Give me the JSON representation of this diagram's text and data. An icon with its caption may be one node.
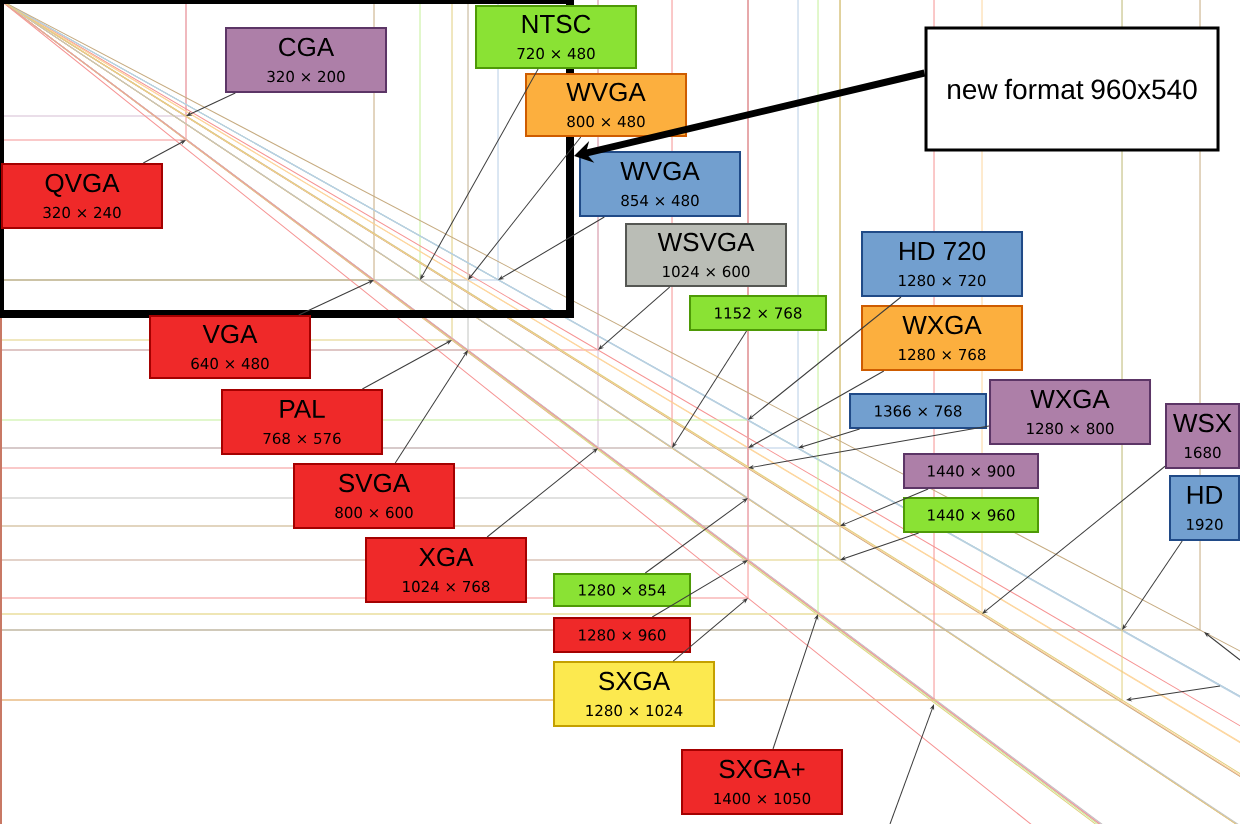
{
  "diagram": {
    "nodes": [
      {
        "text": [],
        "shape": "box"
      },
      {
        "text": [
          "CGA",
          "320 × 200"
        ],
        "in": 0
      },
      {
        "text": [
          "QVGA",
          "320 × 240"
        ],
        "in": 0
      },
      {
        "text": [
          "NTSC",
          "720 × 480"
        ]
      },
      {
        "text": [
          "WVGA",
          "800 × 480"
        ]
      },
      {
        "text": [
          "WVGA",
          "854 × 480"
        ]
      },
      {
        "text": [
          "WSVGA",
          "1024 × 600"
        ]
      },
      {
        "text": [
          "new format 960x540"
        ]
      },
      {
        "text": [
          "VGA",
          "640 × 480"
        ]
      },
      {
        "text": [
          "PAL",
          "768 × 576"
        ]
      },
      {
        "text": [
          "SVGA",
          "800 × 600"
        ]
      },
      {
        "text": [
          "XGA",
          "1024 × 768"
        ]
      },
      {
        "text": [
          "1152 × 768"
        ]
      },
      {
        "text": [
          "HD 720",
          "1280 × 720"
        ]
      },
      {
        "text": [
          "WXGA",
          "1280 × 768"
        ]
      },
      {
        "text": [
          "1366 × 768"
        ]
      },
      {
        "text": [
          "WXGA",
          "1280 × 800"
        ]
      },
      {
        "text": [
          "1440 × 900"
        ]
      },
      {
        "text": [
          "1440 × 960"
        ]
      },
      {
        "text": [
          "1280 × 854"
        ]
      },
      {
        "text": [
          "1280 × 960"
        ]
      },
      {
        "text": [
          "SXGA",
          "1280 × 1024"
        ]
      },
      {
        "text": [
          "SXGA+",
          "1400 × 1050"
        ]
      },
      {
        "text": [
          "WSX",
          "1680"
        ]
      },
      {
        "text": [
          "HD",
          "1920"
        ]
      }
    ],
    "edges": [
      {
        "from": 1,
        "to": null,
        "arrow": "to"
      },
      {
        "from": 2,
        "to": null,
        "arrow": "to"
      },
      {
        "from": 3,
        "to": null,
        "arrow": "to"
      },
      {
        "from": 4,
        "to": null,
        "arrow": "to"
      },
      {
        "from": 5,
        "to": null,
        "arrow": "to"
      },
      {
        "from": 6,
        "to": null,
        "arrow": "to"
      },
      {
        "from": 7,
        "to": 0,
        "arrow": "to",
        "style": "thick",
        "color": "#000000"
      },
      {
        "from": 8,
        "to": null,
        "arrow": "to"
      },
      {
        "from": 9,
        "to": null,
        "arrow": "to"
      },
      {
        "from": 10,
        "to": null,
        "arrow": "to"
      },
      {
        "from": 11,
        "to": null,
        "arrow": "to"
      },
      {
        "from": 12,
        "to": null,
        "arrow": "to"
      },
      {
        "from": 13,
        "to": null,
        "arrow": "to"
      },
      {
        "from": 14,
        "to": null,
        "arrow": "to"
      },
      {
        "from": 15,
        "to": null,
        "arrow": "to"
      },
      {
        "from": 16,
        "to": null,
        "arrow": "to"
      },
      {
        "from": 17,
        "to": null,
        "arrow": "to"
      },
      {
        "from": 18,
        "to": null,
        "arrow": "to"
      },
      {
        "from": 19,
        "to": null,
        "arrow": "to"
      },
      {
        "from": 20,
        "to": null,
        "arrow": "to"
      },
      {
        "from": 21,
        "to": null,
        "arrow": "to"
      },
      {
        "from": 22,
        "to": null,
        "arrow": "to"
      },
      {
        "from": 23,
        "to": null,
        "arrow": "to"
      },
      {
        "from": 24,
        "to": null,
        "arrow": "to"
      }
    ]
  }
}
